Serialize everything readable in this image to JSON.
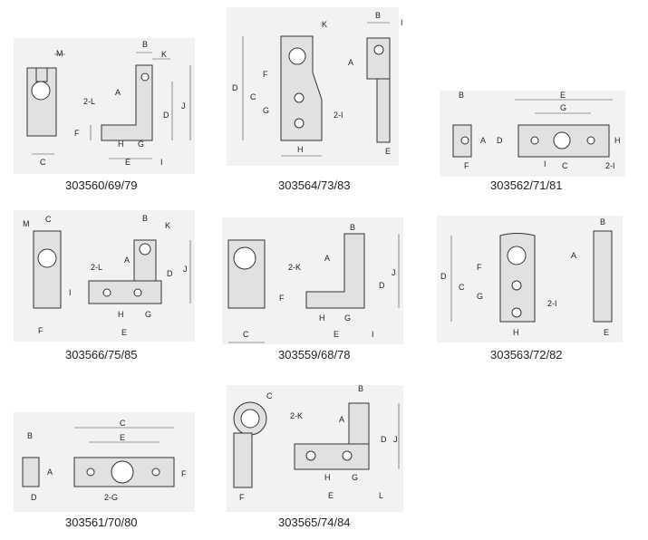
{
  "captions": {
    "p1": "303560/69/79",
    "p2": "303564/73/83",
    "p3": "303562/71/81",
    "p4": "303566/75/85",
    "p5": "303559/68/78",
    "p6": "303563/72/82",
    "p7": "303561/70/80",
    "p8": "303565/74/84"
  },
  "labels": {
    "A": "A",
    "B": "B",
    "C": "C",
    "D": "D",
    "E": "E",
    "F": "F",
    "G": "G",
    "H": "H",
    "I": "I",
    "J": "J",
    "K": "K",
    "M": "M",
    "twoL": "2-L",
    "twoK": "2-K",
    "twoI": "2-I",
    "twoG": "2-G"
  }
}
